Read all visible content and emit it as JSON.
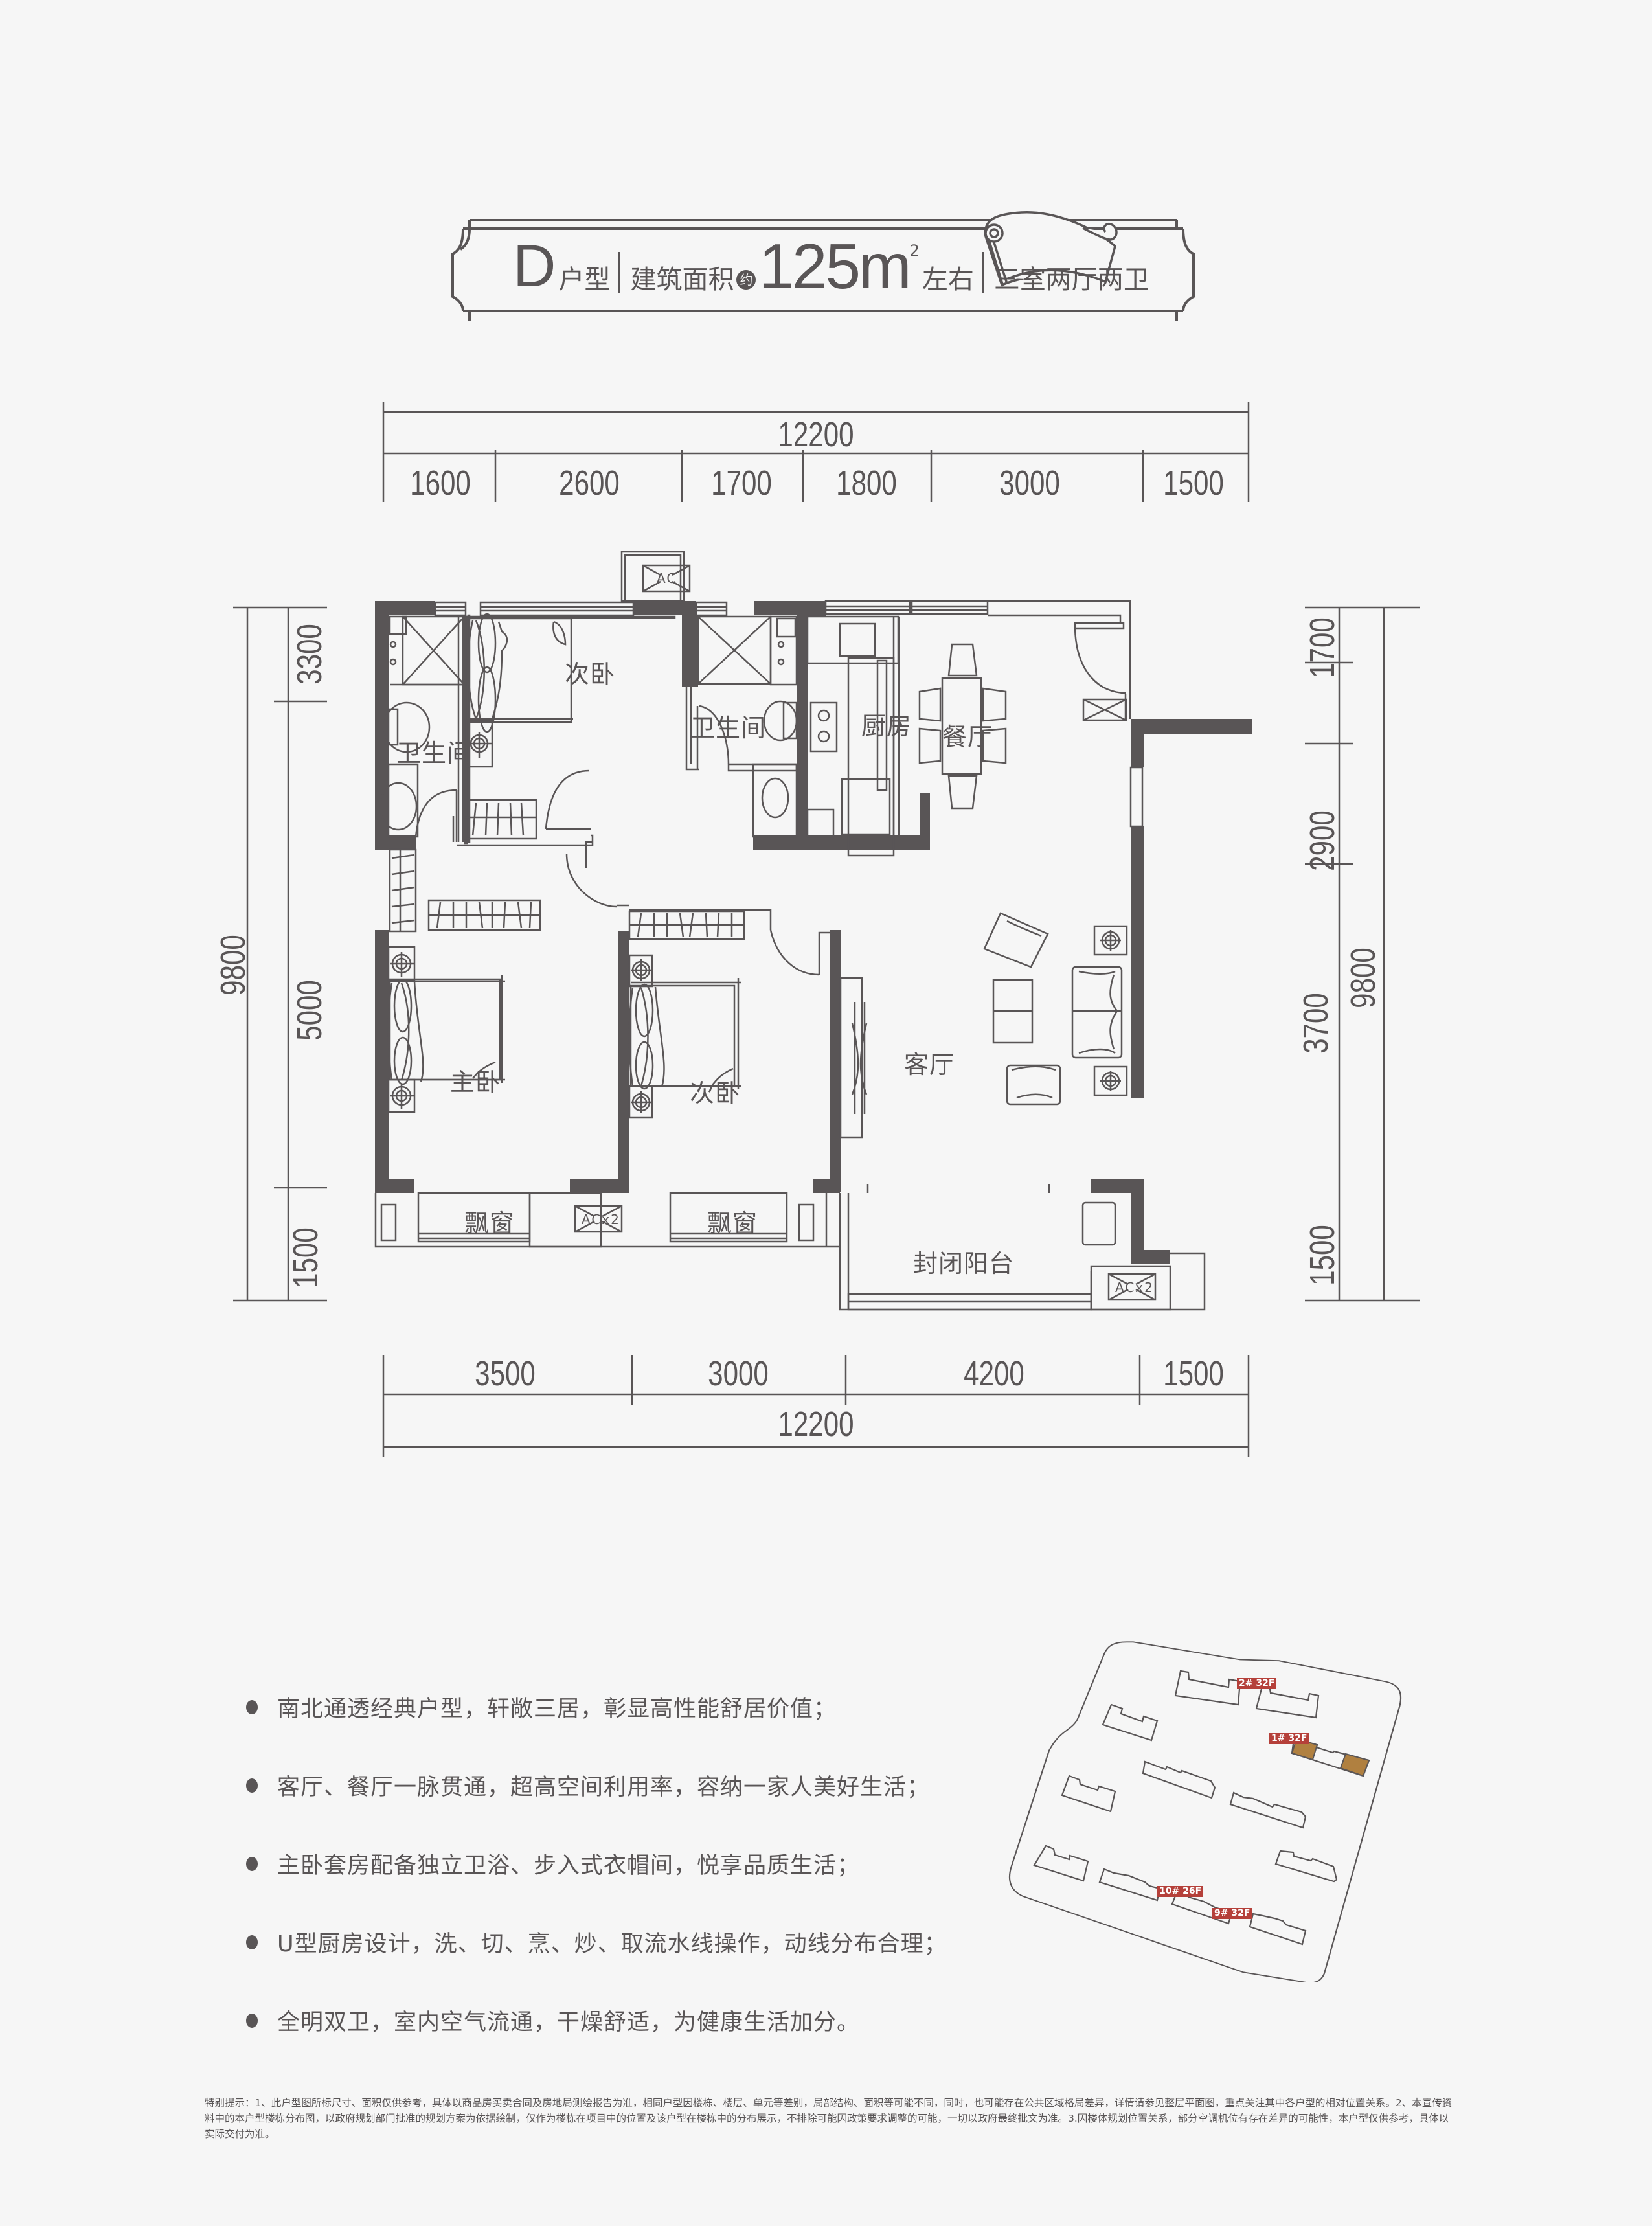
{
  "header": {
    "unit_letter": "D",
    "unit_suffix": "户型",
    "area_label": "建筑面积",
    "approx_badge": "约",
    "area_value": "125m",
    "area_sup": "2",
    "area_tail": "左右",
    "layout": "三室两厅两卫"
  },
  "dimensions": {
    "top_total": "12200",
    "top_segments": [
      "1600",
      "2600",
      "1700",
      "1800",
      "3000",
      "1500"
    ],
    "bottom_segments": [
      "3500",
      "3000",
      "4200",
      "1500"
    ],
    "bottom_total": "12200",
    "left_total": "9800",
    "left_segments": [
      "3300",
      "5000",
      "1500"
    ],
    "right_total": "9800",
    "right_segments": [
      "1700",
      "2900",
      "3700",
      "1500"
    ]
  },
  "rooms": {
    "bathroom_left": "卫生间",
    "bedroom_second_top": "次卧",
    "bathroom_middle": "卫生间",
    "kitchen": "厨房",
    "dining": "餐厅",
    "master_bedroom": "主卧",
    "bedroom_second_bottom": "次卧",
    "living_room": "客厅",
    "bay_window_left": "飘窗",
    "bay_window_right": "飘窗",
    "balcony": "封闭阳台",
    "ac_top": "AC",
    "ac_bottom_mid": "ACx2",
    "ac_bottom_right": "ACx2"
  },
  "features": [
    "南北通透经典户型，轩敞三居，彰显高性能舒居价值；",
    "客厅、餐厅一脉贯通，超高空间利用率，容纳一家人美好生活；",
    "主卧套房配备独立卫浴、步入式衣帽间，悦享品质生活；",
    "U型厨房设计，洗、切、烹、炒、取流水线操作，动线分布合理；",
    "全明双卫，室内空气流通，干燥舒适，为健康生活加分。"
  ],
  "site_plan": {
    "labels": [
      "2# 32F",
      "1# 32F",
      "10# 26F",
      "9# 32F"
    ],
    "highlight_color": "#b08040",
    "label_color": "#b5403a"
  },
  "disclaimer": "特别提示：1、此户型图所标尺寸、面积仅供参考，具体以商品房买卖合同及房地局测绘报告为准，相同户型因楼栋、楼层、单元等差别，局部结构、面积等可能不同，同时，也可能存在公共区域格局差异，详情请参见整层平面图，重点关注其中各户型的相对位置关系。2、本宣传资料中的本户型楼栋分布图，以政府规划部门批准的规划方案为依据绘制，仅作为楼栋在项目中的位置及该户型在楼栋中的分布展示，不排除可能因政策要求调整的可能，一切以政府最终批文为准。3.因楼体规划位置关系，部分空调机位有存在差异的可能性，本户型仅供参考，具体以实际交付为准。",
  "colors": {
    "wall": "#595556",
    "background": "#f6f6f6",
    "line": "#5a5657"
  }
}
